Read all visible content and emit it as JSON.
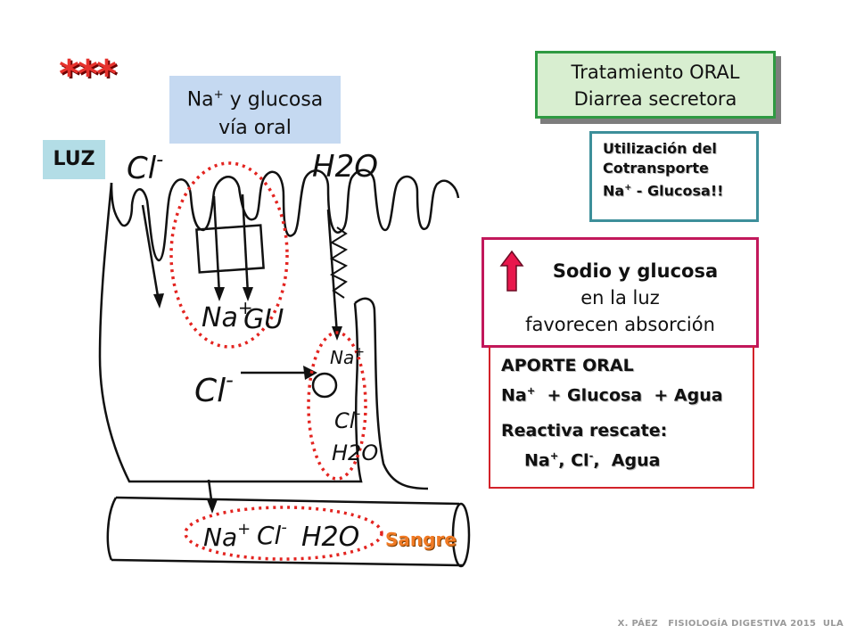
{
  "stars": "***",
  "na_box": {
    "line1": "Na",
    "line1_sup": "+",
    "line1_rest": " y glucosa",
    "line2": "vía oral"
  },
  "luz_label": "LUZ",
  "green_box": {
    "line1": "Tratamiento ORAL",
    "line2": "Diarrea secretora"
  },
  "teal_box": {
    "line1": "Utilización del",
    "line2": "Cotransporte",
    "line3": "Na",
    "line3_sup": "+",
    "line3_rest": " - Glucosa!!"
  },
  "pink_box": {
    "line1": "Sodio y glucosa",
    "line2": "en la luz",
    "line3": "favorecen absorción"
  },
  "red_box": {
    "line1": "APORTE ORAL",
    "line2a": "Na",
    "line2_sup": "+",
    "line2b": "  + Glucosa  + Agua",
    "line3": "Reactiva rescate:",
    "line4a": "Na",
    "line4_sup1": "+",
    "line4b": ", Cl",
    "line4_sup2": "-",
    "line4c": ",  Agua"
  },
  "sangre": "Sangre",
  "hand": {
    "cl_top": "Cl",
    "cl_top_sup": "-",
    "h2o_top": "H2O",
    "na_cell": "Na",
    "na_cell_sup": "+",
    "gu_cell": "GU",
    "cl_mid": "Cl",
    "cl_mid_sup": "-",
    "na_lat": "Na",
    "na_lat_sup": "+",
    "cl_lat": "Cl",
    "cl_lat_sup": "-",
    "h2o_lat": "H2O",
    "na_blood": "Na",
    "na_blood_sup": "+",
    "cl_blood": "Cl",
    "cl_blood_sup": "-",
    "h2o_blood": "H2O"
  },
  "footer": "X. PÁEZ   FISIOLOGÍA DIGESTIVA 2015  ULA",
  "colors": {
    "accent_red": "#e6322d",
    "pink_border": "#c2185b",
    "green_border": "#2f9a42",
    "teal_border": "#3d8f9a",
    "sangre": "#f07a24"
  }
}
